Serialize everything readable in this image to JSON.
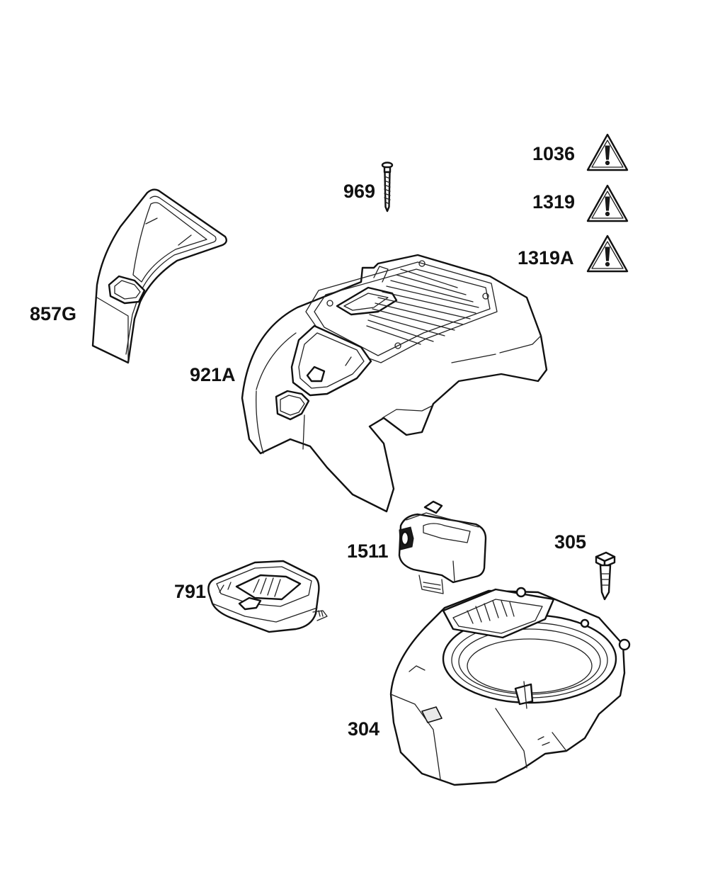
{
  "parts": [
    {
      "id": "part-1036",
      "number": "1036",
      "kind": "warning-label"
    },
    {
      "id": "part-1319",
      "number": "1319",
      "kind": "warning-label"
    },
    {
      "id": "part-1319a",
      "number": "1319A",
      "kind": "warning-label"
    },
    {
      "id": "part-969",
      "number": "969",
      "kind": "screw"
    },
    {
      "id": "part-857g",
      "number": "857G",
      "kind": "cover"
    },
    {
      "id": "part-921a",
      "number": "921A",
      "kind": "engine-cover"
    },
    {
      "id": "part-1511",
      "number": "1511",
      "kind": "battery"
    },
    {
      "id": "part-305",
      "number": "305",
      "kind": "screw"
    },
    {
      "id": "part-791",
      "number": "791",
      "kind": "charger"
    },
    {
      "id": "part-304",
      "number": "304",
      "kind": "blower-housing"
    }
  ],
  "colors": {
    "line": "#111111",
    "fill": "#ffffff"
  }
}
